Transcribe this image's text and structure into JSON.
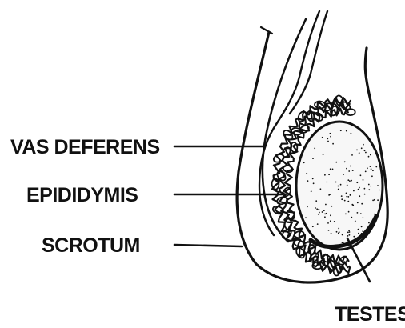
{
  "diagram": {
    "labels": {
      "vas_deferens": "VAS DEFERENS",
      "epididymis": "EPIDIDYMIS",
      "scrotum": "SCROTUM",
      "testes": "TESTES"
    },
    "colors": {
      "ink": "#111111",
      "background": "#ffffff"
    }
  }
}
